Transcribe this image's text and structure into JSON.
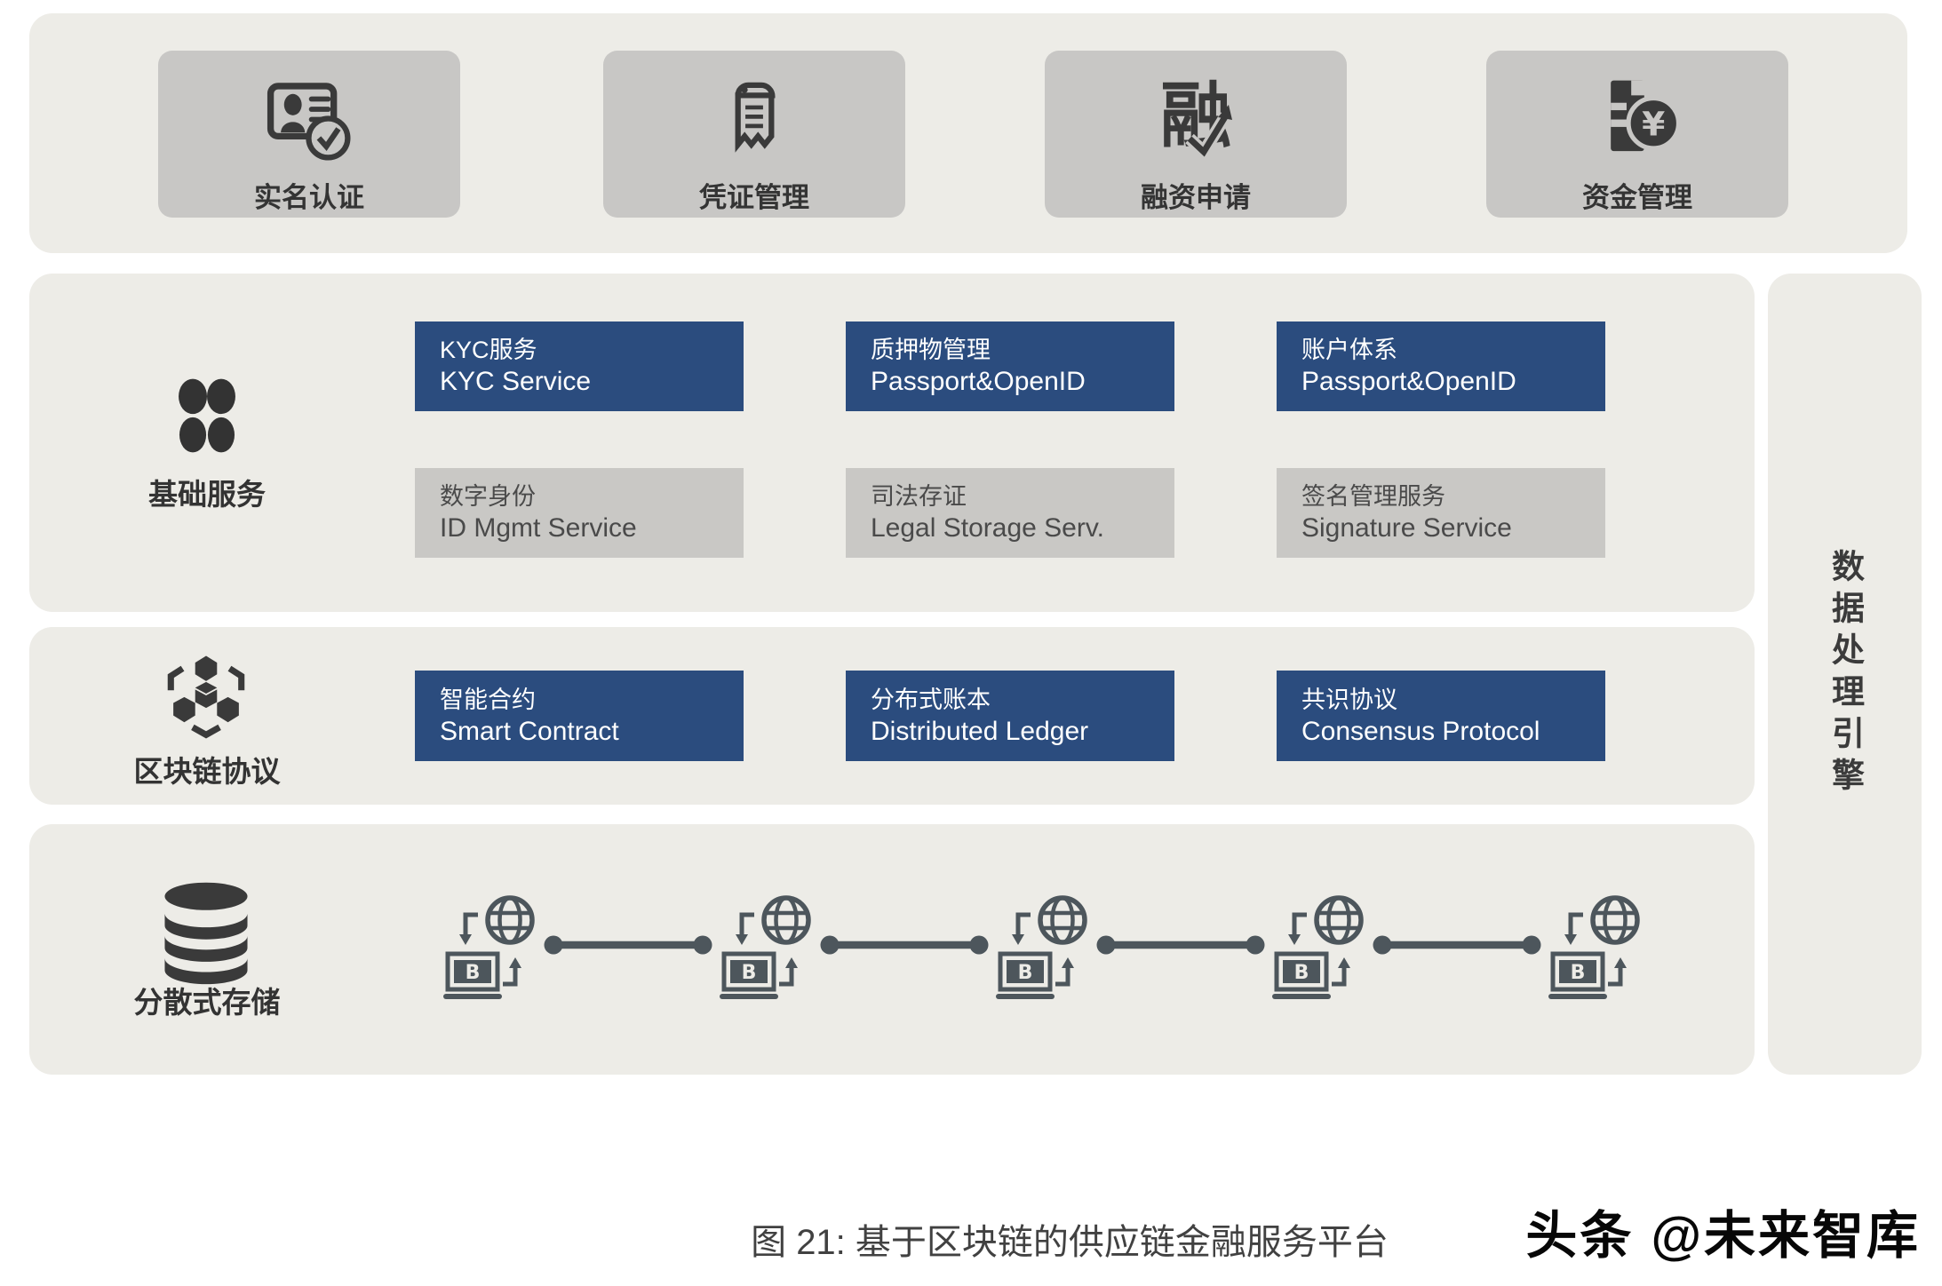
{
  "top_functions": {
    "items": [
      {
        "label": "实名认证",
        "icon": "id-verification-icon"
      },
      {
        "label": "凭证管理",
        "icon": "certificate-icon"
      },
      {
        "label": "融资申请",
        "icon": "financing-icon",
        "icon_char": "融"
      },
      {
        "label": "资金管理",
        "icon": "funds-icon",
        "icon_char": "¥"
      }
    ]
  },
  "layers": {
    "basic": {
      "label": "基础服务",
      "blue_boxes": [
        {
          "zh": "KYC服务",
          "en": "KYC Service"
        },
        {
          "zh": "质押物管理",
          "en": "Passport&OpenID"
        },
        {
          "zh": "账户体系",
          "en": "Passport&OpenID"
        }
      ],
      "gray_boxes": [
        {
          "zh": "数字身份",
          "en": "ID Mgmt Service"
        },
        {
          "zh": "司法存证",
          "en": "Legal Storage Serv."
        },
        {
          "zh": "签名管理服务",
          "en": "Signature Service"
        }
      ]
    },
    "protocol": {
      "label": "区块链协议",
      "boxes": [
        {
          "zh": "智能合约",
          "en": "Smart Contract"
        },
        {
          "zh": "分布式账本",
          "en": "Distributed Ledger"
        },
        {
          "zh": "共识协议",
          "en": "Consensus Protocol"
        }
      ]
    },
    "storage": {
      "label": "分散式存储",
      "node_count": 5,
      "node_symbol": "B"
    }
  },
  "side_bar": {
    "label": "数据处理引擎"
  },
  "caption": "图 21: 基于区块链的供应链金融服务平台",
  "watermark": "头条 @未来智库",
  "colors": {
    "accent_blue": "#2b4c7e",
    "panel_bg": "#edece7",
    "box_gray": "#c8c7c5",
    "icon_dark": "#3a3a3a",
    "node_slate": "#4d565c"
  }
}
